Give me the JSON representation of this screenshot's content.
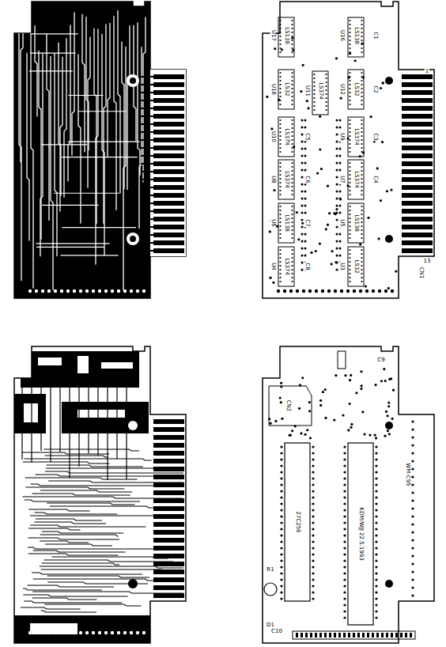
{
  "diagram": {
    "labels": [
      "U17",
      "LS138",
      "U16",
      "LS138",
      "U18",
      "LS32",
      "U11",
      "LS374",
      "U12",
      "LS32",
      "U10",
      "LS374",
      "U9",
      "LS374",
      "U8",
      "LS374",
      "U7",
      "LS374",
      "U6",
      "LS138",
      "U5",
      "LS138",
      "U4",
      "LS374",
      "U3",
      "LS32",
      "C1",
      "C2",
      "C3",
      "C4",
      "C5",
      "C6",
      "C7",
      "C8",
      "CN1",
      "1",
      "13",
      "27C256",
      "KDM/WJJ 22.5.1993",
      "CN2",
      "R1",
      "D1",
      "C9",
      "C10",
      "WM-C95"
    ]
  }
}
